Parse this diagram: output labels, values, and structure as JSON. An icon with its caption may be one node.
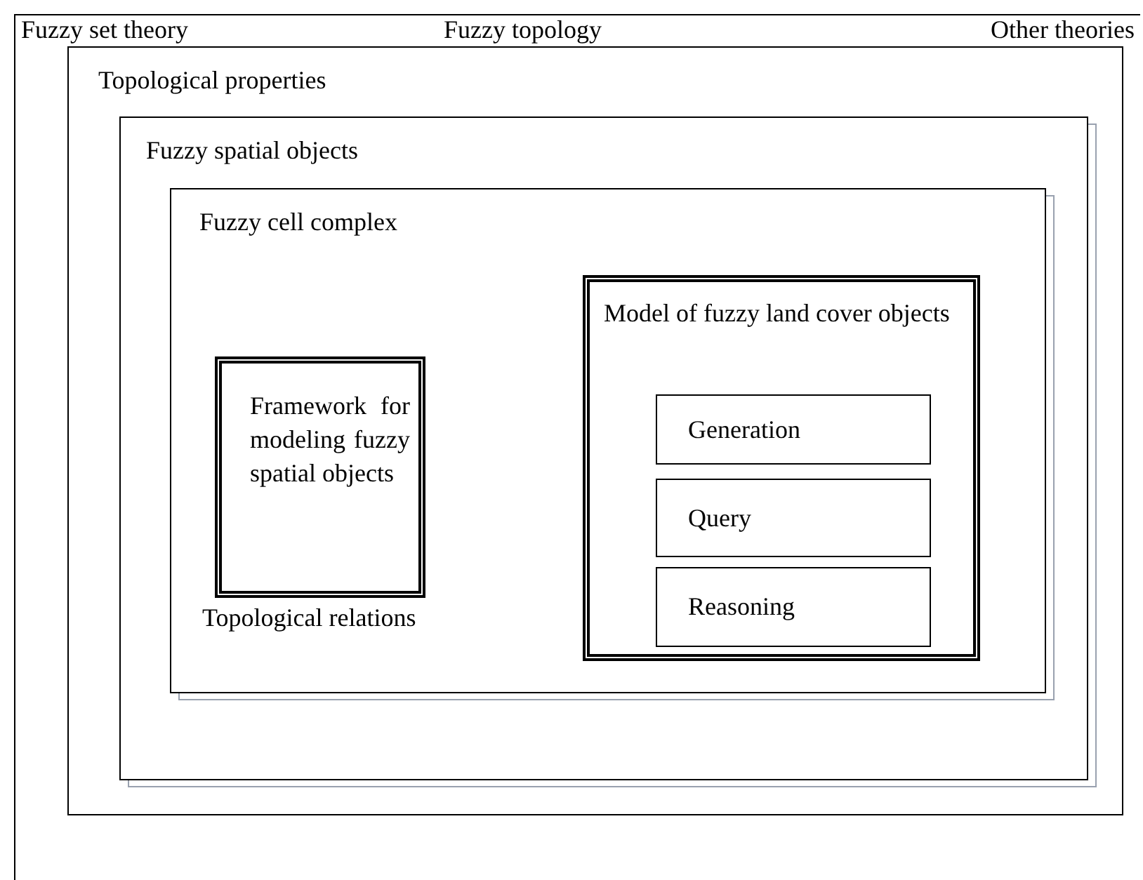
{
  "diagram": {
    "nodes": [
      {
        "text": [
          "Fuzzy set theory",
          "Fuzzy topology",
          "Other theories"
        ]
      },
      {
        "text": [
          "Topological properties"
        ],
        "in": 0
      },
      {
        "text": [
          "Fuzzy spatial objects"
        ],
        "in": 1
      },
      {
        "text": [
          "Fuzzy cell complex",
          "Topological relations"
        ],
        "in": 2
      },
      {
        "text": [
          "Framework for modeling fuzzy spatial objects"
        ],
        "in": 3
      },
      {
        "text": [
          "Model of fuzzy land cover objects"
        ],
        "in": 3
      },
      {
        "text": [
          "Generation"
        ],
        "in": 5
      },
      {
        "text": [
          "Query"
        ],
        "in": 5
      },
      {
        "text": [
          "Reasoning"
        ],
        "in": 5
      }
    ]
  }
}
